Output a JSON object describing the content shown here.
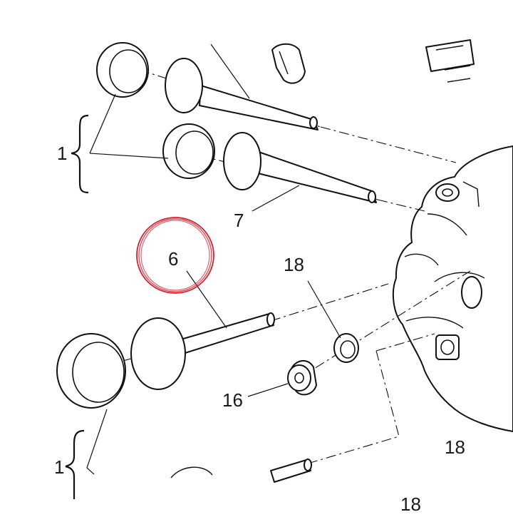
{
  "diagram": {
    "highlight_color": "#d6202e",
    "line_color": "#111111",
    "callouts": {
      "seat_group_top": "1",
      "seat_group_bottom": "1",
      "valve_upper": "7",
      "valve_highlighted": "6",
      "washer_upper": "18",
      "washer_lower": "18",
      "plug": "16",
      "partial_bottom": "18"
    }
  }
}
